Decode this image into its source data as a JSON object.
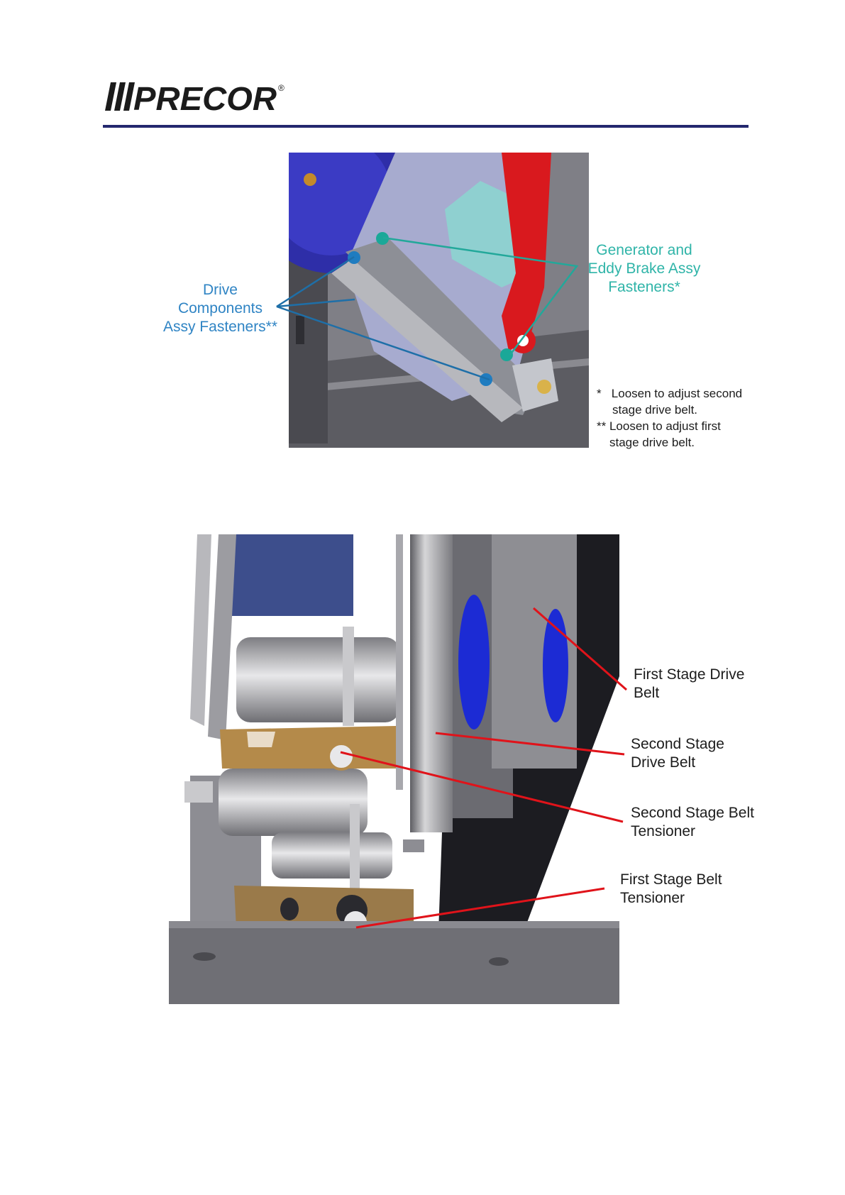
{
  "header": {
    "brand": "PRECOR",
    "brand_mark": "®",
    "rule_color": "#23286e"
  },
  "figure1": {
    "callouts": {
      "drive_components": [
        "Drive",
        "Components",
        "Assy Fasteners**"
      ],
      "generator_brake": [
        "Generator and",
        "Eddy Brake Assy",
        "Fasteners*"
      ]
    },
    "notes": [
      {
        "marker": "*",
        "lines": [
          "Loosen to adjust second",
          "stage drive belt."
        ]
      },
      {
        "marker": "**",
        "lines": [
          "Loosen to adjust first",
          "stage drive belt."
        ]
      }
    ],
    "colors": {
      "drive_leader": "#1e6fa8",
      "generator_leader": "#22a89a"
    }
  },
  "figure2": {
    "callouts": {
      "first_stage_drive_belt": [
        "First Stage Drive",
        "Belt"
      ],
      "second_stage_drive_belt": [
        "Second Stage",
        "Drive Belt"
      ],
      "second_stage_belt_tensioner": [
        "Second Stage Belt",
        "Tensioner"
      ],
      "first_stage_belt_tensioner": [
        "First Stage Belt",
        "Tensioner"
      ]
    },
    "colors": {
      "leader": "#e0131a"
    }
  }
}
